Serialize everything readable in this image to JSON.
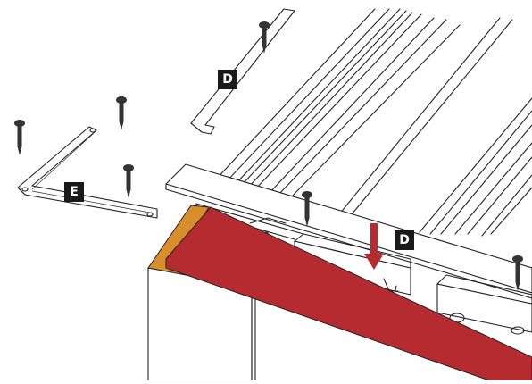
{
  "labels": {
    "d_top": "D",
    "e_left": "E",
    "d_right": "D"
  },
  "colors": {
    "red_band": "#b52b2f",
    "orange_cap": "#d88f2b",
    "arrow": "#b52b2f",
    "label_bg": "#1a1a1a",
    "line": "#222222"
  },
  "icons": [
    "screw-icon",
    "arrow-down-icon"
  ]
}
